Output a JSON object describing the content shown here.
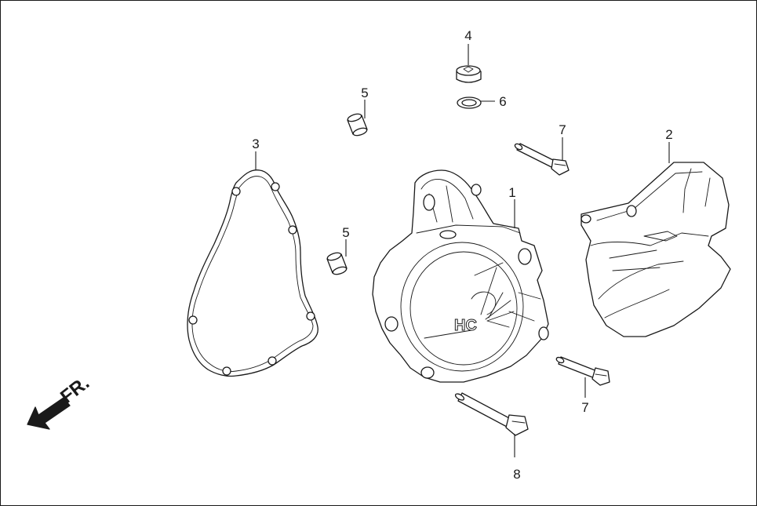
{
  "callouts": {
    "c1": "1",
    "c2": "2",
    "c3": "3",
    "c4": "4",
    "c5a": "5",
    "c5b": "5",
    "c6": "6",
    "c7a": "7",
    "c7b": "7",
    "c8": "8"
  },
  "direction_label": "FR.",
  "cover_logo": "HC",
  "colors": {
    "line": "#1a1a1a",
    "background": "#ffffff"
  }
}
